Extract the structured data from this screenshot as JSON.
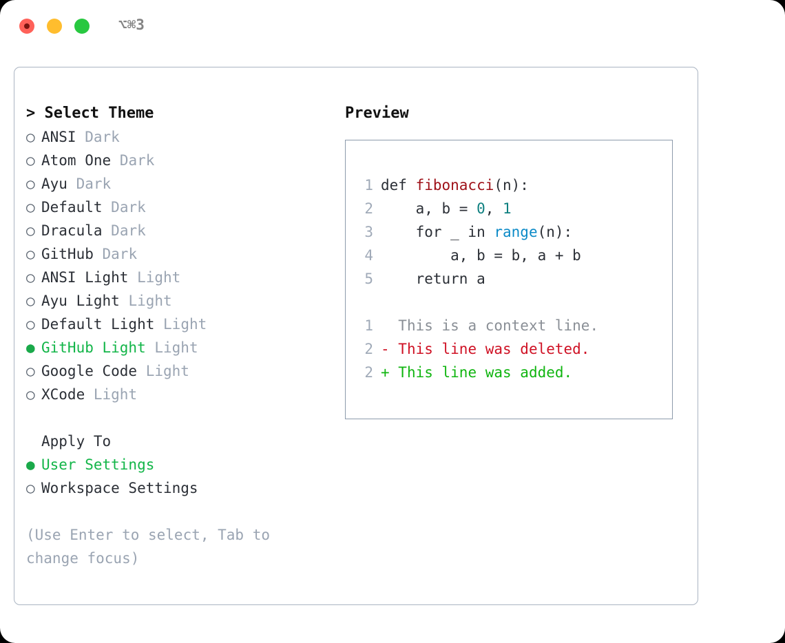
{
  "window": {
    "traffic_lights": [
      "close",
      "minimize",
      "maximize"
    ],
    "shortcut": "⌥⌘3",
    "colors": {
      "close": "#ff6159",
      "minimize": "#ffbd2e",
      "maximize": "#28c840",
      "panel_border": "#aab4c2",
      "preview_border": "#8c9aab",
      "accent_green": "#12b548",
      "muted": "#9aa4b2"
    }
  },
  "theme_selector": {
    "header": "> Select Theme",
    "items": [
      {
        "bullet": "○",
        "name": "ANSI",
        "variant": "Dark",
        "selected": false
      },
      {
        "bullet": "○",
        "name": "Atom One",
        "variant": "Dark",
        "selected": false
      },
      {
        "bullet": "○",
        "name": "Ayu",
        "variant": "Dark",
        "selected": false
      },
      {
        "bullet": "○",
        "name": "Default",
        "variant": "Dark",
        "selected": false
      },
      {
        "bullet": "○",
        "name": "Dracula",
        "variant": "Dark",
        "selected": false
      },
      {
        "bullet": "○",
        "name": "GitHub",
        "variant": "Dark",
        "selected": false
      },
      {
        "bullet": "○",
        "name": "ANSI Light",
        "variant": "Light",
        "selected": false
      },
      {
        "bullet": "○",
        "name": "Ayu Light",
        "variant": "Light",
        "selected": false
      },
      {
        "bullet": "○",
        "name": "Default Light",
        "variant": "Light",
        "selected": false
      },
      {
        "bullet": "●",
        "name": "GitHub Light",
        "variant": "Light",
        "selected": true
      },
      {
        "bullet": "○",
        "name": "Google Code",
        "variant": "Light",
        "selected": false
      },
      {
        "bullet": "○",
        "name": "XCode",
        "variant": "Light",
        "selected": false
      }
    ]
  },
  "apply_to": {
    "header": "Apply To",
    "items": [
      {
        "bullet": "●",
        "name": "User Settings",
        "selected": true
      },
      {
        "bullet": "○",
        "name": "Workspace Settings",
        "selected": false
      }
    ]
  },
  "hint": "(Use Enter to select, Tab to change focus)",
  "preview": {
    "header": "Preview",
    "code_lines": [
      {
        "num": "1",
        "tokens": [
          {
            "t": "def ",
            "c": "code-text"
          },
          {
            "t": "fibonacci",
            "c": "tok-func"
          },
          {
            "t": "(n):",
            "c": "code-text"
          }
        ]
      },
      {
        "num": "2",
        "tokens": [
          {
            "t": "    a, b = ",
            "c": "code-text"
          },
          {
            "t": "0",
            "c": "tok-num"
          },
          {
            "t": ", ",
            "c": "code-text"
          },
          {
            "t": "1",
            "c": "tok-num"
          }
        ]
      },
      {
        "num": "3",
        "tokens": [
          {
            "t": "    for _ in ",
            "c": "code-text"
          },
          {
            "t": "range",
            "c": "tok-call"
          },
          {
            "t": "(n):",
            "c": "code-text"
          }
        ]
      },
      {
        "num": "4",
        "tokens": [
          {
            "t": "        a, b = b, a + b",
            "c": "code-text"
          }
        ]
      },
      {
        "num": "5",
        "tokens": [
          {
            "t": "    return a",
            "c": "code-text"
          }
        ]
      }
    ],
    "diff_lines": [
      {
        "num": "1",
        "marker": "  ",
        "text": "This is a context line.",
        "kind": "diff-ctx"
      },
      {
        "num": "2",
        "marker": "- ",
        "text": "This line was deleted.",
        "kind": "diff-del"
      },
      {
        "num": "2",
        "marker": "+ ",
        "text": "This line was added.",
        "kind": "diff-add"
      }
    ]
  }
}
